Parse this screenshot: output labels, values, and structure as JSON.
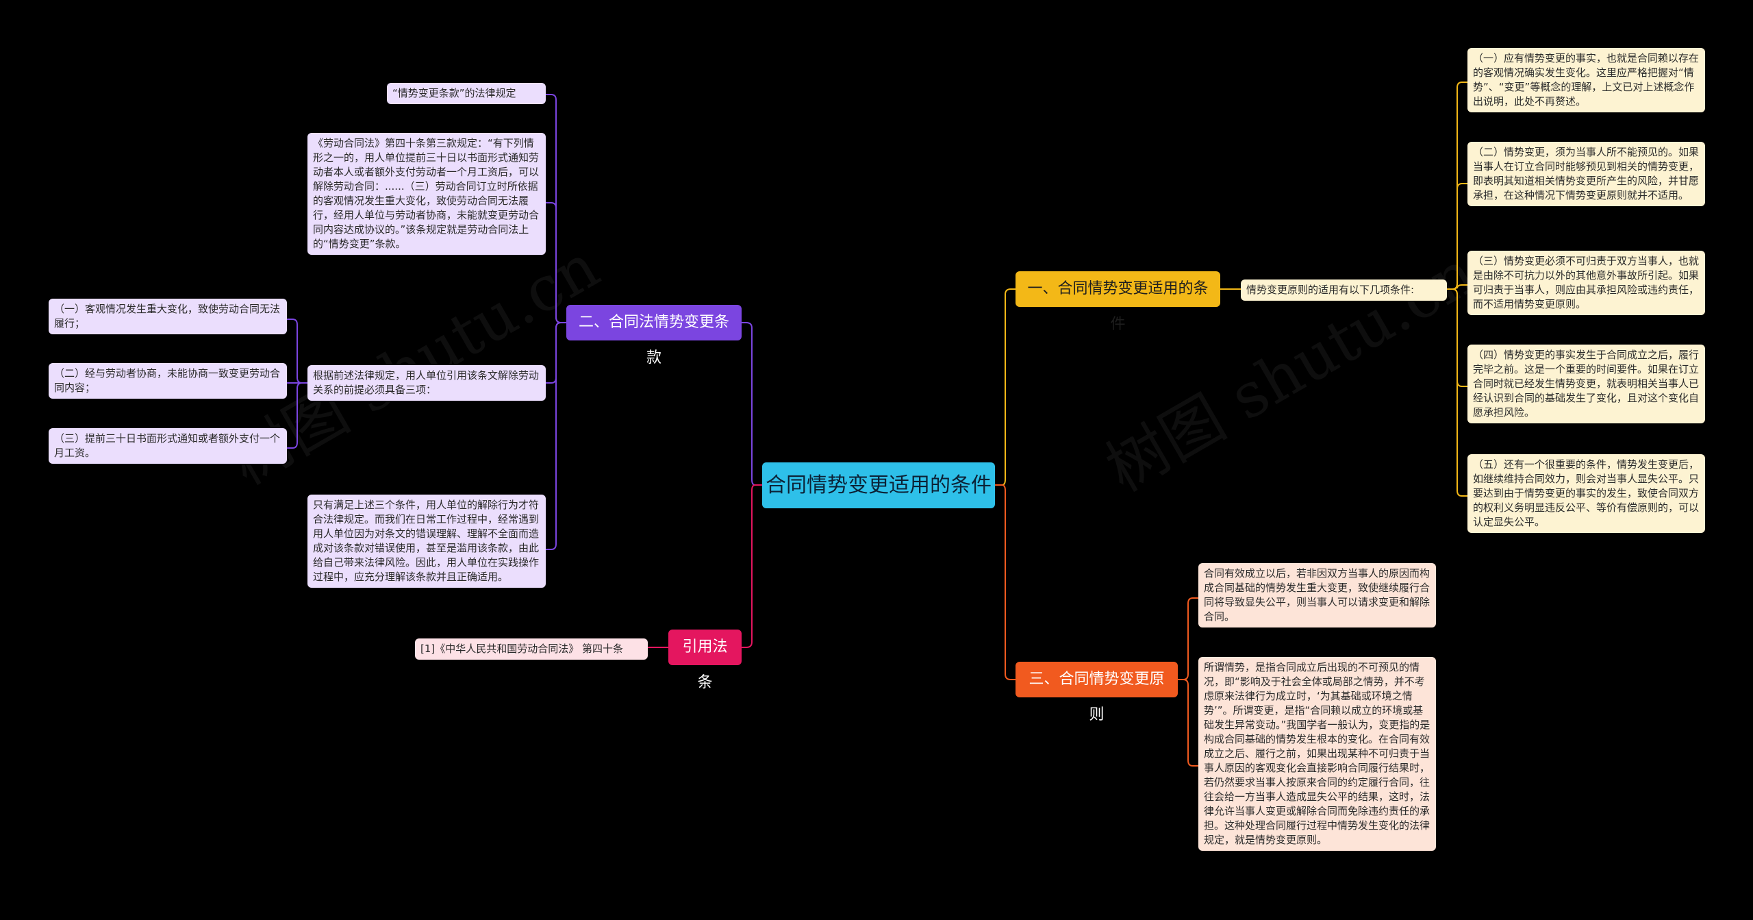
{
  "watermarks": [
    "树图 shutu.cn",
    "树图 shutu.cn"
  ],
  "root": "合同情势变更适用的条件",
  "branches": {
    "law_clause": {
      "label": "二、合同法情势变更条款",
      "children": [
        "“情势变更条款”的法律规定",
        "《劳动合同法》第四十条第三款规定：“有下列情形之一的，用人单位提前三十日以书面形式通知劳动者本人或者额外支付劳动者一个月工资后，可以解除劳动合同：......（三）劳动合同订立时所依据的客观情况发生重大变化，致使劳动合同无法履行，经用人单位与劳动者协商，未能就变更劳动合同内容达成协议的。”该条规定就是劳动合同法上的“情势变更”条款。",
        "根据前述法律规定，用人单位引用该条文解除劳动关系的前提必须具备三项：",
        "只有满足上述三个条件，用人单位的解除行为才符合法律规定。而我们在日常工作过程中，经常遇到用人单位因为对条文的错误理解、理解不全面而造成对该条款对错误使用，甚至是滥用该条款，由此给自己带来法律风险。因此，用人单位在实践操作过程中，应充分理解该条款并且正确适用。"
      ],
      "prerequisites": [
        "（一）客观情况发生重大变化，致使劳动合同无法履行；",
        "（二）经与劳动者协商，未能协商一致变更劳动合同内容；",
        "（三）提前三十日书面形式通知或者额外支付一个月工资。"
      ]
    },
    "citation": {
      "label": "引用法条",
      "children": [
        "[1]《中华人民共和国劳动合同法》 第四十条"
      ]
    },
    "conditions": {
      "label": "一、合同情势变更适用的条件",
      "intro": "情势变更原则的适用有以下几项条件:",
      "items": [
        "（一）应有情势变更的事实，也就是合同赖以存在的客观情况确实发生变化。这里应严格把握对“情势”、“变更”等概念的理解，上文已对上述概念作出说明，此处不再赘述。",
        "（二）情势变更，须为当事人所不能预见的。如果当事人在订立合同时能够预见到相关的情势变更，即表明其知道相关情势变更所产生的风险，并甘愿承担，在这种情况下情势变更原则就并不适用。",
        "（三）情势变更必须不可归责于双方当事人，也就是由除不可抗力以外的其他意外事故所引起。如果可归责于当事人，则应由其承担风险或违约责任，而不适用情势变更原则。",
        "（四）情势变更的事实发生于合同成立之后，履行完毕之前。这是一个重要的时间要件。如果在订立合同时就已经发生情势变更，就表明相关当事人已经认识到合同的基础发生了变化，且对这个变化自愿承担风险。",
        "（五）还有一个很重要的条件，情势发生变更后，如继续维持合同效力，则会对当事人显失公平。只要达到由于情势变更的事实的发生，致使合同双方的权利义务明显违反公平、等价有偿原则的，可以认定显失公平。"
      ]
    },
    "principle": {
      "label": "三、合同情势变更原则",
      "children": [
        "合同有效成立以后，若非因双方当事人的原因而构成合同基础的情势发生重大变更，致使继续履行合同将导致显失公平，则当事人可以请求变更和解除合同。",
        "所谓情势，是指合同成立后出现的不可预见的情况，即“影响及于社会全体或局部之情势，并不考虑原来法律行为成立时，‘为其基础或环境之情势’”。所谓变更，是指“合同赖以成立的环境或基础发生异常变动。”我国学者一般认为，变更指的是构成合同基础的情势发生根本的变化。在合同有效成立之后、履行之前，如果出现某种不可归责于当事人原因的客观变化会直接影响合同履行结果时，若仍然要求当事人按原来合同的约定履行合同，往往会给一方当事人造成显失公平的结果，这时，法律允许当事人变更或解除合同而免除违约责任的承担。这种处理合同履行过程中情势发生变化的法律规定，就是情势变更原则。"
      ]
    }
  },
  "colors": {
    "root": "#2ec0e9",
    "purple": "#7b45e0",
    "pink": "#e4165f",
    "yellow": "#f3b817",
    "orange": "#f15a1f"
  }
}
